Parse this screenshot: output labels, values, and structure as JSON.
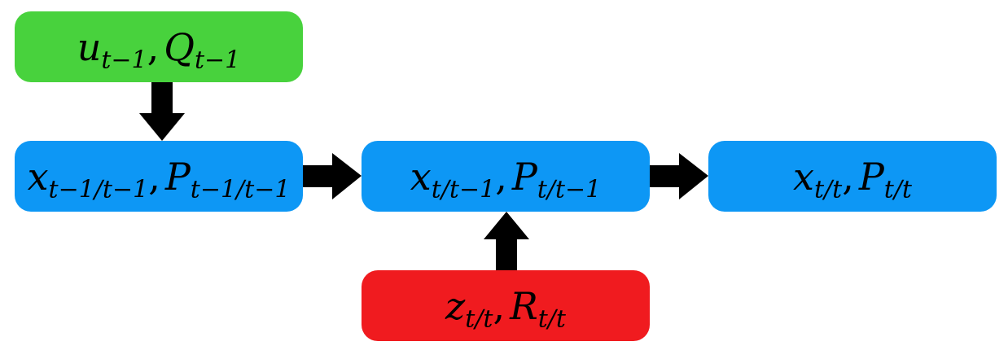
{
  "colors": {
    "control_box": "#48d23d",
    "state_box": "#0d97f5",
    "measurement_box": "#f01b1f",
    "arrow": "#000000"
  },
  "nodes": {
    "control": {
      "symbol_a": "u",
      "sub_a": "t−1",
      "symbol_b": "Q",
      "sub_b": "t−1"
    },
    "previous_state": {
      "symbol_a": "x",
      "sub_a": "t−1/t−1",
      "symbol_b": "P",
      "sub_b": "t−1/t−1"
    },
    "predicted_state": {
      "symbol_a": "x",
      "sub_a": "t/t−1",
      "symbol_b": "P",
      "sub_b": "t/t−1"
    },
    "updated_state": {
      "symbol_a": "x",
      "sub_a": "t/t",
      "symbol_b": "P",
      "sub_b": "t/t"
    },
    "measurement": {
      "symbol_a": "z",
      "sub_a": "t/t",
      "symbol_b": "R",
      "sub_b": "t/t"
    }
  },
  "separator": ","
}
